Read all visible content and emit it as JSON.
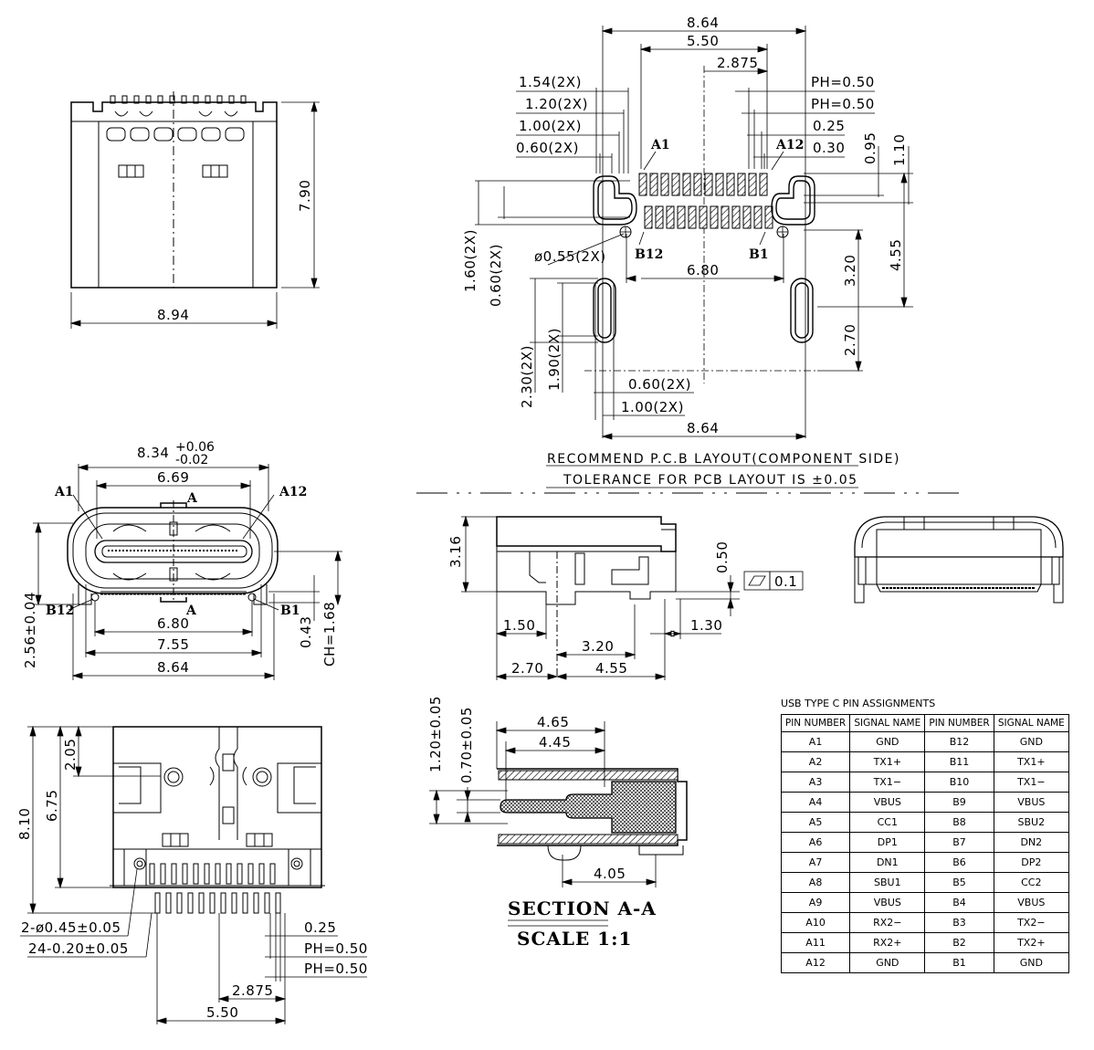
{
  "labels": {
    "view_top": {
      "w894": "8.94",
      "h790": "7.90"
    },
    "pcb": {
      "w864": "8.64",
      "w550": "5.50",
      "w2875": "2.875",
      "w154": "1.54(2X)",
      "w120": "1.20(2X)",
      "w100": "1.00(2X)",
      "w060": "0.60(2X)",
      "ph1": "PH=0.50",
      "ph2": "PH=0.50",
      "d025": "0.25",
      "d030": "0.30",
      "v095": "0.95",
      "v110": "1.10",
      "v160": "1.60(2X)",
      "v060": "0.60(2X)",
      "hole": "ø0.55(2X)",
      "w680": "6.80",
      "v320": "3.20",
      "v455": "4.55",
      "v230": "2.30(2X)",
      "v190": "1.90(2X)",
      "v270": "2.70",
      "b060": "0.60(2X)",
      "b100": "1.00(2X)",
      "b864": "8.64",
      "pin_a1": "A1",
      "pin_a12": "A12",
      "pin_b12": "B12",
      "pin_b1": "B1"
    },
    "notes": {
      "recommend": "RECOMMEND P.C.B LAYOUT(COMPONENT SIDE)",
      "tolerance": "TOLERANCE FOR PCB LAYOUT IS ±0.05"
    },
    "front": {
      "w834": "8.34",
      "tol_plus": "+0.06",
      "tol_minus": "-0.02",
      "w669": "6.69",
      "w680": "6.80",
      "w755": "7.55",
      "w864": "8.64",
      "h256": "2.56±0.04",
      "h043": "0.43",
      "ch": "CH=1.68",
      "a_top": "A",
      "a_bottom": "A",
      "pin_a1": "A1",
      "pin_a12": "A12",
      "pin_b12": "B12",
      "pin_b1": "B1"
    },
    "side": {
      "h316": "3.16",
      "h050": "0.50",
      "flat_value": "0.1",
      "w150": "1.50",
      "w130": "1.30",
      "w320": "3.20",
      "w270": "2.70",
      "w455": "4.55"
    },
    "bottom": {
      "h810": "8.10",
      "h675": "6.75",
      "h205": "2.05",
      "holes": "2-ø0.45±0.05",
      "pins": "24-0.20±0.05",
      "d025": "0.25",
      "ph1": "PH=0.50",
      "ph2": "PH=0.50",
      "w2875": "2.875",
      "w550": "5.50"
    },
    "section": {
      "w465": "4.65",
      "w445": "4.45",
      "h120": "1.20±0.05",
      "h070": "0.70±0.05",
      "w405": "4.05",
      "title": "SECTION A-A",
      "scale": "SCALE 1:1"
    }
  },
  "pin_table": {
    "title": "USB TYPE C PIN ASSIGNMENTS",
    "headers": [
      "PIN NUMBER",
      "SIGNAL NAME",
      "PIN NUMBER",
      "SIGNAL NAME"
    ],
    "rows": [
      [
        "A1",
        "GND",
        "B12",
        "GND"
      ],
      [
        "A2",
        "TX1+",
        "B11",
        "TX1+"
      ],
      [
        "A3",
        "TX1−",
        "B10",
        "TX1−"
      ],
      [
        "A4",
        "VBUS",
        "B9",
        "VBUS"
      ],
      [
        "A5",
        "CC1",
        "B8",
        "SBU2"
      ],
      [
        "A6",
        "DP1",
        "B7",
        "DN2"
      ],
      [
        "A7",
        "DN1",
        "B6",
        "DP2"
      ],
      [
        "A8",
        "SBU1",
        "B5",
        "CC2"
      ],
      [
        "A9",
        "VBUS",
        "B4",
        "VBUS"
      ],
      [
        "A10",
        "RX2−",
        "B3",
        "TX2−"
      ],
      [
        "A11",
        "RX2+",
        "B2",
        "TX2+"
      ],
      [
        "A12",
        "GND",
        "B1",
        "GND"
      ]
    ]
  }
}
